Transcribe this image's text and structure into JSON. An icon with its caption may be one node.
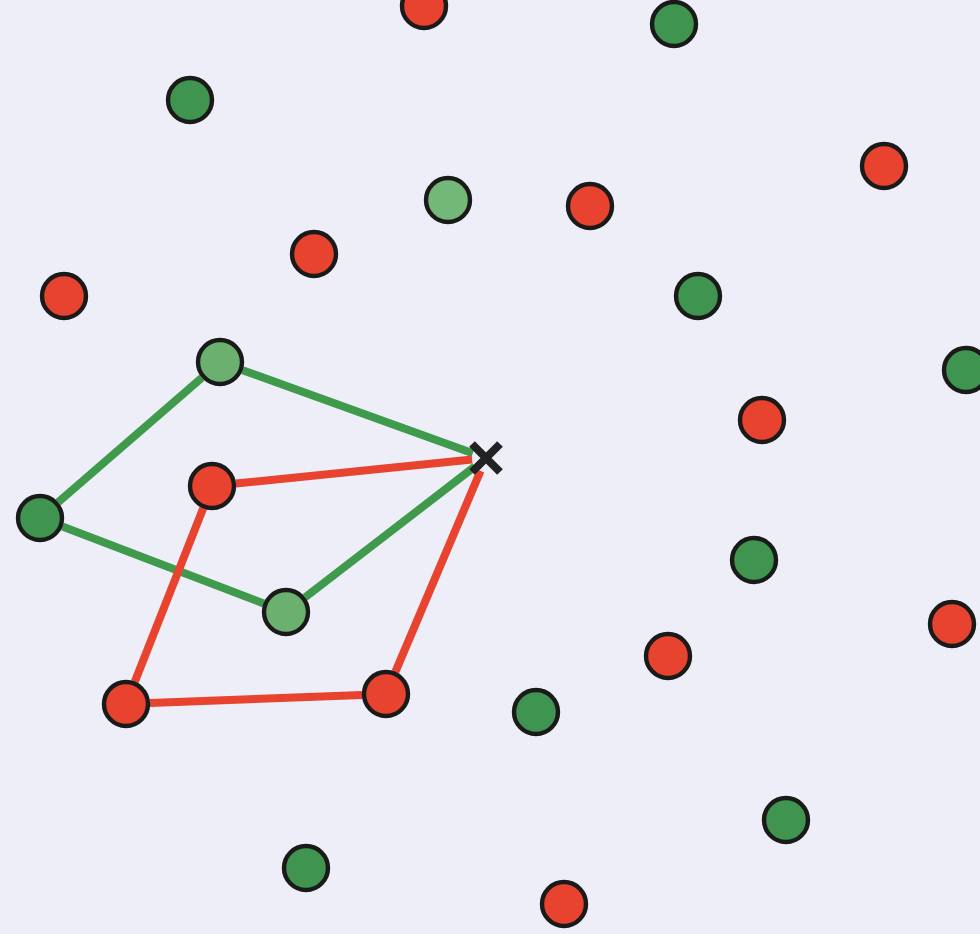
{
  "diagram": {
    "nodes": [
      {
        "text": [],
        "shape": "circle"
      },
      {
        "text": [],
        "shape": "circle"
      },
      {
        "text": [],
        "shape": "circle"
      },
      {
        "text": [],
        "shape": "circle"
      },
      {
        "text": [],
        "shape": "circle"
      },
      {
        "text": [],
        "shape": "circle"
      },
      {
        "text": [],
        "shape": "circle"
      },
      {
        "text": [],
        "shape": "circle"
      },
      {
        "text": [],
        "shape": "circle"
      },
      {
        "text": [],
        "shape": "circle"
      },
      {
        "text": [],
        "shape": "circle"
      },
      {
        "text": [],
        "shape": "circle"
      },
      {
        "text": [],
        "shape": "cross"
      },
      {
        "text": [],
        "shape": "circle"
      },
      {
        "text": [],
        "shape": "circle"
      },
      {
        "text": [],
        "shape": "circle"
      },
      {
        "text": [],
        "shape": "circle"
      },
      {
        "text": [],
        "shape": "circle"
      },
      {
        "text": [],
        "shape": "circle"
      },
      {
        "text": [],
        "shape": "circle"
      },
      {
        "text": [],
        "shape": "circle"
      },
      {
        "text": [],
        "shape": "circle"
      },
      {
        "text": [],
        "shape": "circle"
      },
      {
        "text": [],
        "shape": "circle"
      },
      {
        "text": [],
        "shape": "circle"
      }
    ],
    "edges": [
      {
        "from": 9,
        "to": 12,
        "arrow": "none",
        "color": "#3f9a4c"
      },
      {
        "from": 14,
        "to": 9,
        "arrow": "none",
        "color": "#3f9a4c"
      },
      {
        "from": 14,
        "to": 16,
        "arrow": "none",
        "color": "#3f9a4c"
      },
      {
        "from": 16,
        "to": 12,
        "arrow": "none",
        "color": "#3f9a4c"
      },
      {
        "from": 13,
        "to": 12,
        "arrow": "none",
        "color": "#e8432e"
      },
      {
        "from": 13,
        "to": 20,
        "arrow": "none",
        "color": "#e8432e"
      },
      {
        "from": 20,
        "to": 19,
        "arrow": "none",
        "color": "#e8432e"
      },
      {
        "from": 19,
        "to": 12,
        "arrow": "none",
        "color": "#e8432e"
      }
    ]
  }
}
